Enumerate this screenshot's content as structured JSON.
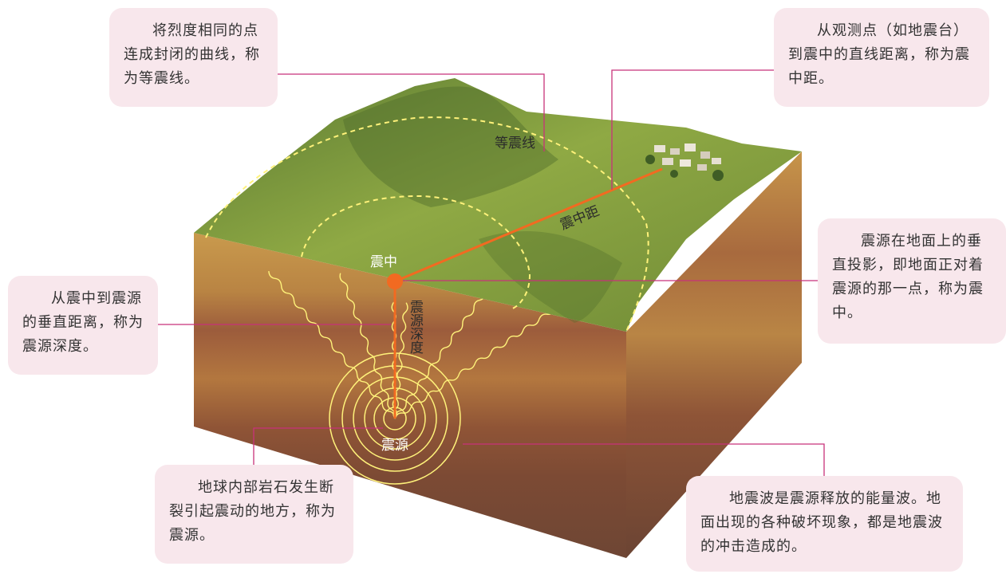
{
  "labels": {
    "isoseismal": "等震线",
    "epicentral_distance": "震中距",
    "epicenter": "震中",
    "focal_depth": "震源深度",
    "hypocenter": "震源"
  },
  "callouts": {
    "isoseismal": "将烈度相同的点连成封闭的曲线，称为等震线。",
    "epicentral_distance": "从观测点（如地震台）到震中的直线距离，称为震中距。",
    "epicenter": "震源在地面上的垂直投影，即地面正对着震源的那一点，称为震中。",
    "focal_depth": "从震中到震源的垂直距离，称为震源深度。",
    "hypocenter": "地球内部岩石发生断裂引起震动的地方，称为震源。",
    "seismic_wave": "地震波是震源释放的能量波。地面出现的各种破坏现象，都是地震波的冲击造成的。"
  },
  "colors": {
    "callout_bg": "#f8e7ec",
    "leader_line": "#c8327a",
    "epicenter": "#f26a21",
    "isoseismal": "#fff27a"
  }
}
